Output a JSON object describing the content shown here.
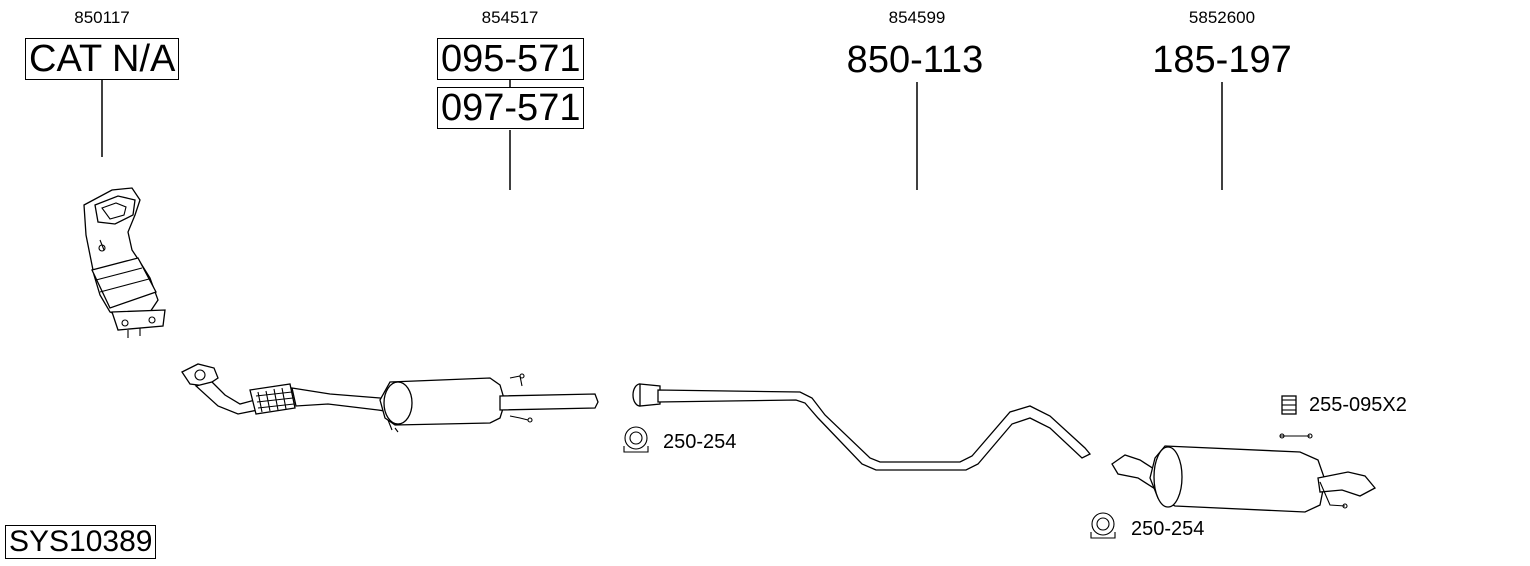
{
  "system_code": "SYS10389",
  "parts": [
    {
      "oem": "850117",
      "code": "CAT N/A",
      "boxed": true
    },
    {
      "oem": "854517",
      "codes": [
        "095-571",
        "097-571"
      ],
      "boxed": true
    },
    {
      "oem": "854599",
      "code": "850-113",
      "boxed": false
    },
    {
      "oem": "5852600",
      "code": "185-197",
      "boxed": false
    }
  ],
  "accessories": [
    {
      "code": "250-254",
      "icon": "clamp-icon"
    },
    {
      "code": "250-254",
      "icon": "clamp-icon"
    },
    {
      "code": "255-095X2",
      "icon": "rubber-mount-icon"
    }
  ]
}
